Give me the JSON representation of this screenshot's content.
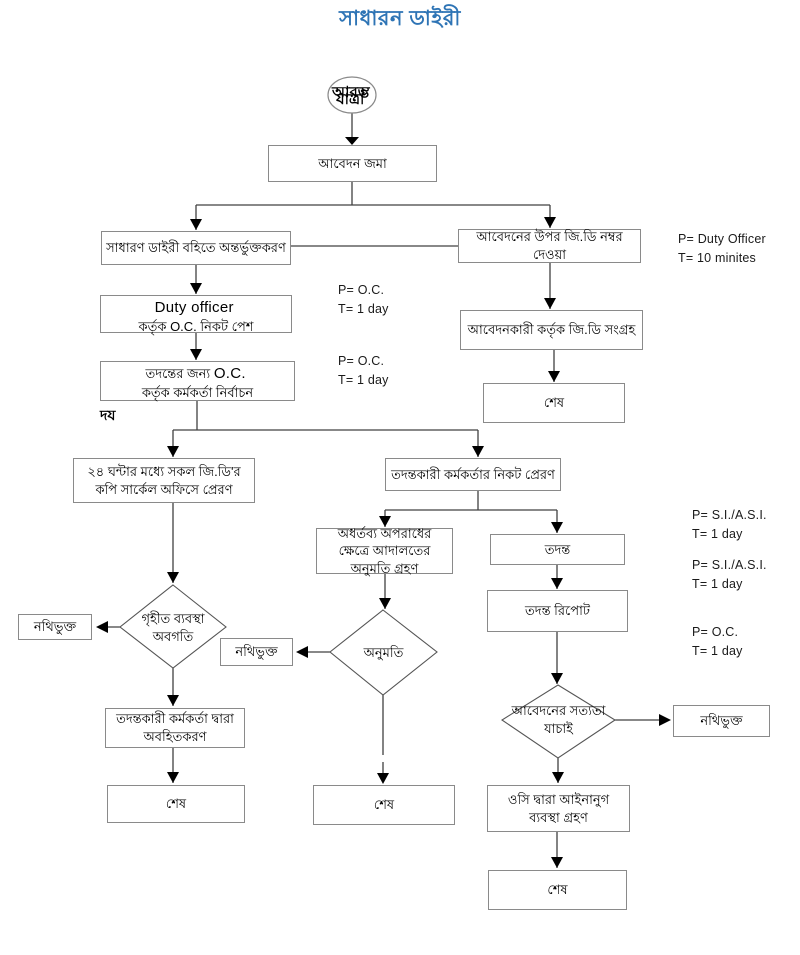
{
  "title": "সাধারন ডাইরী",
  "colors": {
    "title_accent": "#2E74B5",
    "box_border": "#8a8a8a",
    "line": "#404040",
    "arrowhead": "#000000"
  },
  "start": {
    "overlap_text_1": "আরম্ভ",
    "overlap_text_2": "যাত্রা"
  },
  "nodes": {
    "submit": "আবেদন জমা",
    "gd_entry": "সাধারণ ডাইরী বহিতে অন্তর্ভুক্তকরণ",
    "gd_number": "আবেদনের উপর জি.ডি নম্বর দেওয়া",
    "duty_latin": "Duty officer",
    "duty_rest": "কর্তৃক O.C. নিকট পেশ",
    "applicant_collect": "আবেদনকারী কর্তৃক জি.ডি সংগ্রহ",
    "officer_select_pre": "তদন্তের জন্য",
    "officer_select_latin": "O.C.",
    "officer_select_post": "কর্তৃক কর্মকর্তা নির্বাচন",
    "copy_circle_office": "২৪ ঘন্টার মধ্যে সকল জি.ডি'র কপি সার্কেল অফিসে প্রেরণ",
    "send_io": "তদন্তকারী কর্মকর্তার নিকট প্রেরণ",
    "court_permission": "অধর্তব্য অপরাধের ক্ষেত্রে আদালতের অনুমতি গ্রহণ",
    "investigation": "তদন্ত",
    "investigation_report": "তদন্ত রিপোট",
    "decision_taken_action": "গৃহীত ব্যবস্থা অবগতি",
    "decision_permission": "অনুমতি",
    "decision_verify": "আবেদনের সত্যতা যাচাই",
    "filed": "নথিভুক্ত",
    "inform_io": "তদন্তকারী কর্মকর্তা দ্বারা অবহিতকরণ",
    "oc_legal_action": "ওসি দ্বারা আইনানুগ ব্যবস্থা গ্রহণ",
    "end": "শেষ",
    "stray": "দয"
  },
  "annotations": {
    "duty_officer": {
      "line1": "P= Duty Officer",
      "line2": "T= 10 minites"
    },
    "oc_1": {
      "line1": "P= O.C.",
      "line2": "T= 1 day"
    },
    "oc_2": {
      "line1": "P= O.C.",
      "line2": "T= 1 day"
    },
    "si_1": {
      "line1": "P= S.I./A.S.I.",
      "line2": "T= 1 day"
    },
    "si_2": {
      "line1": "P= S.I./A.S.I.",
      "line2": "T= 1 day"
    },
    "oc_3": {
      "line1": "P= O.C.",
      "line2": "T= 1 day"
    }
  }
}
